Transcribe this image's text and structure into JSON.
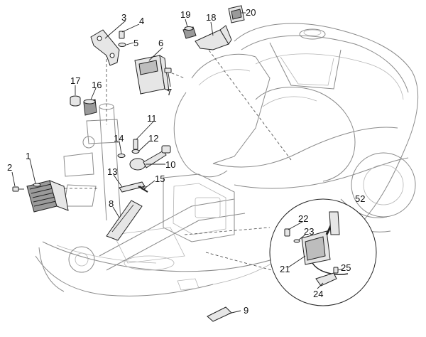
{
  "callouts": {
    "c1": "1",
    "c2": "2",
    "c3": "3",
    "c4": "4",
    "c5": "5",
    "c6": "6",
    "c7": "7",
    "c8": "8",
    "c9": "9",
    "c10": "10",
    "c11": "11",
    "c12": "12",
    "c13": "13",
    "c14": "14",
    "c15": "15",
    "c16": "16",
    "c17": "17",
    "c18": "18",
    "c19": "19",
    "c20": "20",
    "c21": "21",
    "c22": "22",
    "c23": "23",
    "c24": "24",
    "c25": "25"
  },
  "frame_badge": "52",
  "colors": {
    "line": "#222222",
    "frame": "#8a8a8a",
    "part_fill": "#e6e6e6",
    "dark_part": "#9a9a9a"
  }
}
